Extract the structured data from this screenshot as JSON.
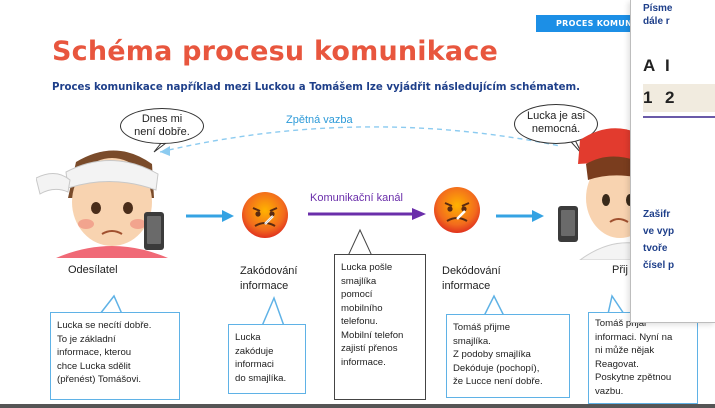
{
  "slide": {
    "tag": "PROCES KOMUN",
    "title": "Schéma procesu komunikace",
    "subtitle": "Proces komunikace například mezi Luckou a Tomášem lze vyjádřit následujícím schématem.",
    "bubble_left": [
      "Dnes mi",
      "není dobře."
    ],
    "bubble_right": [
      "Lucka je asi",
      "nemocná."
    ],
    "feedback_label": "Zpětná vazba",
    "channel_label": "Komunikační kanál",
    "captions": {
      "sender": "Odesílatel",
      "encoding": [
        "Zakódování",
        "informace"
      ],
      "decoding": [
        "Dekódování",
        "informace"
      ],
      "receiver": "Přij"
    },
    "boxes": {
      "sender": [
        "Lucka se necítí dobře.",
        "To je základní",
        "informace, kterou",
        "chce Lucka sdělit",
        "(přenést) Tomášovi."
      ],
      "encoding": [
        "Lucka",
        "zakóduje",
        "informaci",
        "do smajlíka."
      ],
      "channel": [
        "Lucka pošle",
        "smajlíka",
        "pomocí",
        "mobilního",
        "telefonu.",
        "Mobilní telefon",
        "zajistí přenos",
        "informace."
      ],
      "decoding": [
        "Tomáš přijme",
        "smajlíka.",
        "Z podoby smajlíka",
        "Dekóduje (pochopí),",
        "že Lucce není dobře."
      ],
      "receiver": [
        "Tomáš přijal",
        "informaci. Nyní na",
        "ni může nějak",
        "Reagovat.",
        "Poskytne zpětnou",
        "vazbu."
      ]
    }
  },
  "overlay_window": {
    "header_lines": [
      "Písme",
      "dále r"
    ],
    "row_letters": [
      "A",
      "I"
    ],
    "row_numbers": [
      "1",
      "2"
    ],
    "footer_lines": [
      "Zašifr",
      "ve vyp",
      "tvoře",
      "čísel p"
    ]
  },
  "colors": {
    "title": "#e8563e",
    "subtitle": "#1e3f8a",
    "tag_bg": "#1c8fe6",
    "feedback": "#2d9ad8",
    "channel": "#6a2eaa",
    "box_border": "#5fb2e6"
  }
}
